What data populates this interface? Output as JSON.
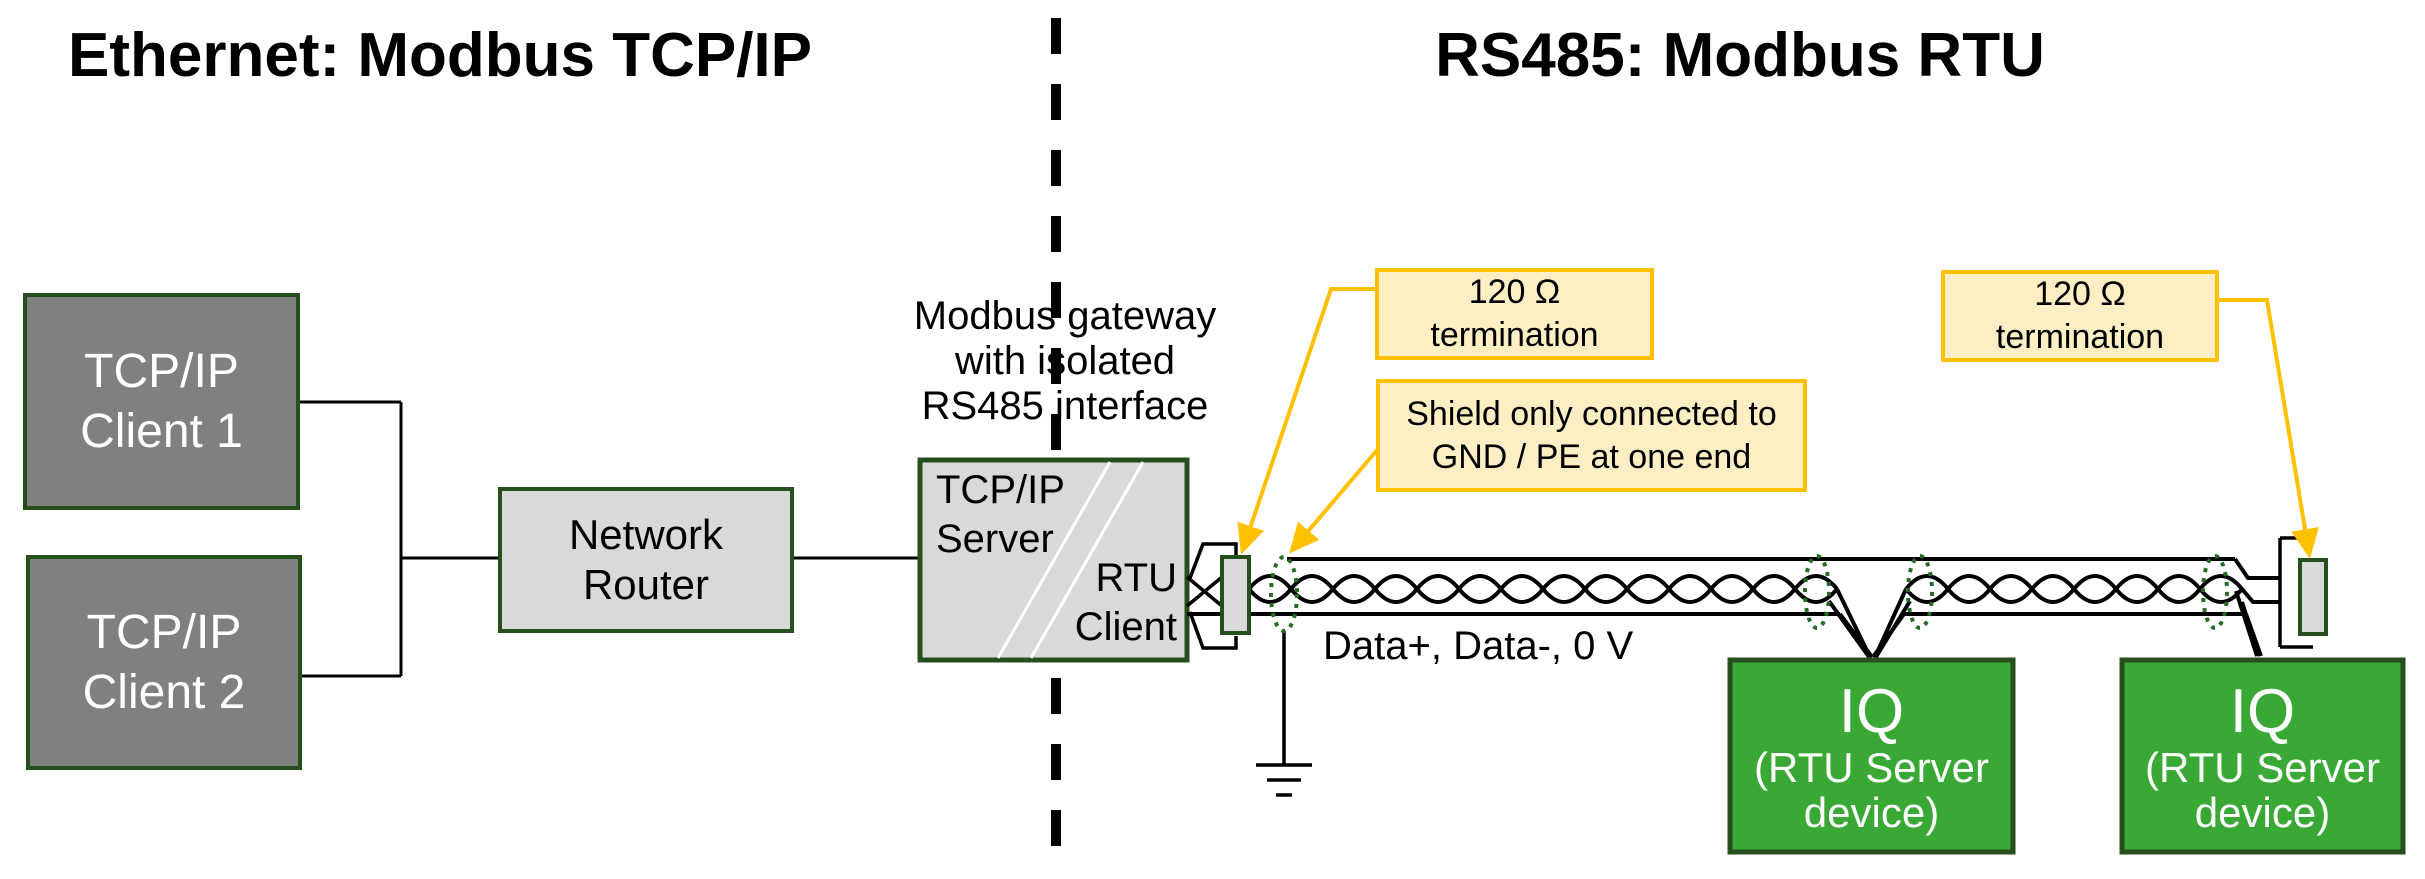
{
  "titles": {
    "left": "Ethernet: Modbus TCP/IP",
    "right": "RS485: Modbus RTU"
  },
  "nodes": {
    "tcp_client_1": {
      "line1": "TCP/IP",
      "line2": "Client 1"
    },
    "tcp_client_2": {
      "line1": "TCP/IP",
      "line2": "Client 2"
    },
    "network_router": {
      "line1": "Network",
      "line2": "Router"
    },
    "gateway": {
      "caption_line1": "Modbus gateway",
      "caption_line2": "with isolated",
      "caption_line3": "RS485 interface",
      "tcp_port_line1": "TCP/IP",
      "tcp_port_line2": "Server",
      "rtu_port_line1": "RTU",
      "rtu_port_line2": "Client"
    },
    "iq_device_1": {
      "name": "IQ",
      "sub1": "(RTU Server",
      "sub2": "device)"
    },
    "iq_device_2": {
      "name": "IQ",
      "sub1": "(RTU Server",
      "sub2": "device)"
    }
  },
  "callouts": {
    "termination_left": {
      "line1": "120 Ω",
      "line2": "termination"
    },
    "termination_right": {
      "line1": "120 Ω",
      "line2": "termination"
    },
    "shield_note": {
      "line1": "Shield only connected to",
      "line2": "GND / PE at one end"
    }
  },
  "bus_label": "Data+, Data-, 0 V",
  "colors": {
    "node_gray": "#808080",
    "panel_gray": "#d9d9d9",
    "border_green": "#274e1d",
    "iq_green": "#3aa835",
    "callout_fill": "#fdeec4",
    "callout_border": "#ffc000",
    "wire_black": "#000000",
    "shield_ellipse_green": "#256b25"
  }
}
